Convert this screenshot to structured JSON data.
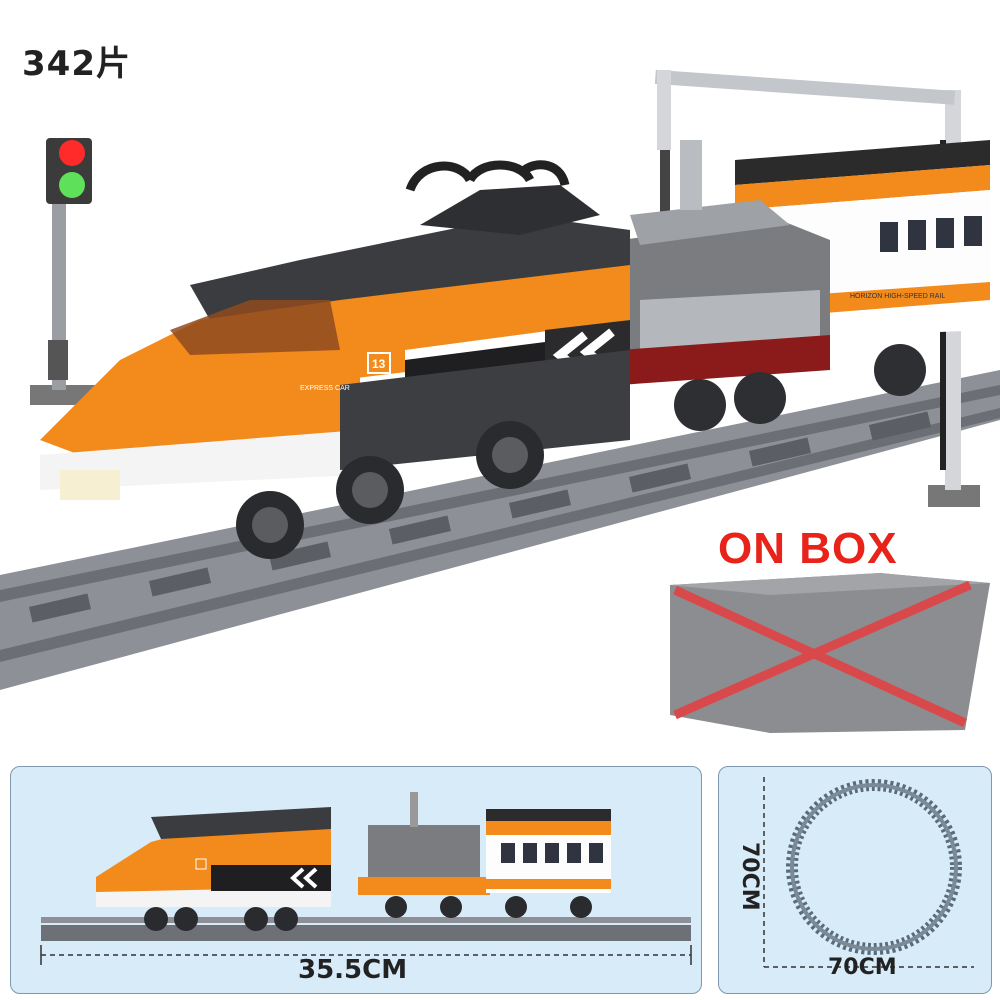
{
  "piece_count": "342片",
  "no_box_label": "ON BOX",
  "train_number": "13",
  "train_side_text": "EXPRESS CAR",
  "coach_side_text": "HORIZON HIGH-SPEED RAIL",
  "train_length": "35.5CM",
  "track_width": "70CM",
  "track_height": "70CM",
  "colors": {
    "accent_orange": "#f28a1c",
    "panel_bg": "#d7ebf8",
    "cross_red": "#d9484a",
    "label_red": "#e8231a"
  }
}
